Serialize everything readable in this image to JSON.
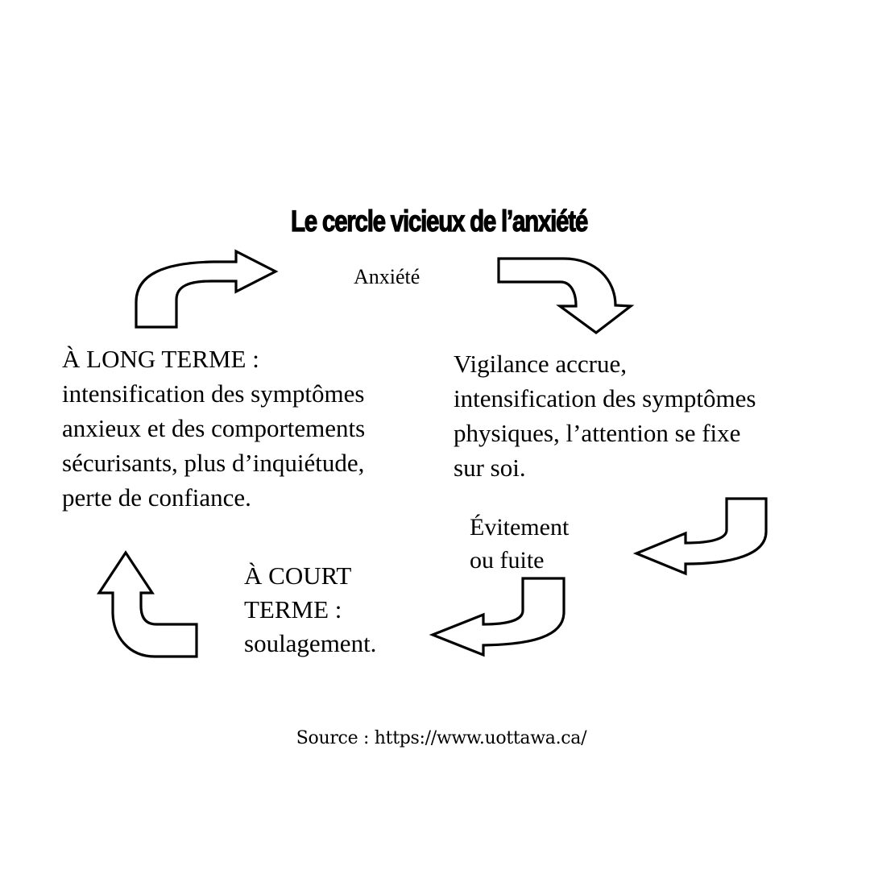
{
  "diagram": {
    "title": "Le cercle vicieux de l’anxiété",
    "nodes": {
      "anxiete": {
        "label": "Anxiété"
      },
      "vigilance": {
        "lines": [
          "Vigilance accrue,",
          "intensification des symptômes",
          "physiques, l’attention se fixe",
          "sur soi."
        ]
      },
      "evitement": {
        "lines": [
          "Évitement",
          "ou fuite"
        ]
      },
      "court_terme": {
        "lines": [
          "À COURT",
          "TERME :",
          "soulagement."
        ]
      },
      "long_terme": {
        "lines": [
          "À LONG TERME :",
          "intensification des symptômes",
          "anxieux et des comportements",
          "sécurisants, plus d’inquiétude,",
          "perte de confiance."
        ]
      }
    },
    "arrows": [
      {
        "name": "arrow-long-terme-to-anxiete",
        "direction": "up-then-right",
        "icon": "curved-arrow-right-icon"
      },
      {
        "name": "arrow-anxiete-to-vigilance",
        "direction": "right-then-down",
        "icon": "curved-arrow-down-icon"
      },
      {
        "name": "arrow-vigilance-to-evitement",
        "direction": "down-then-left",
        "icon": "curved-arrow-left-icon"
      },
      {
        "name": "arrow-evitement-to-court-terme",
        "direction": "down-then-left",
        "icon": "curved-arrow-left-icon"
      },
      {
        "name": "arrow-court-terme-to-long-terme",
        "direction": "left-then-up",
        "icon": "curved-arrow-up-icon"
      }
    ],
    "colors": {
      "background": "#ffffff",
      "text": "#000000",
      "arrow_stroke": "#000000",
      "arrow_fill": "#ffffff"
    }
  },
  "footer": {
    "source": "Source : https://www.uottawa.ca/"
  }
}
